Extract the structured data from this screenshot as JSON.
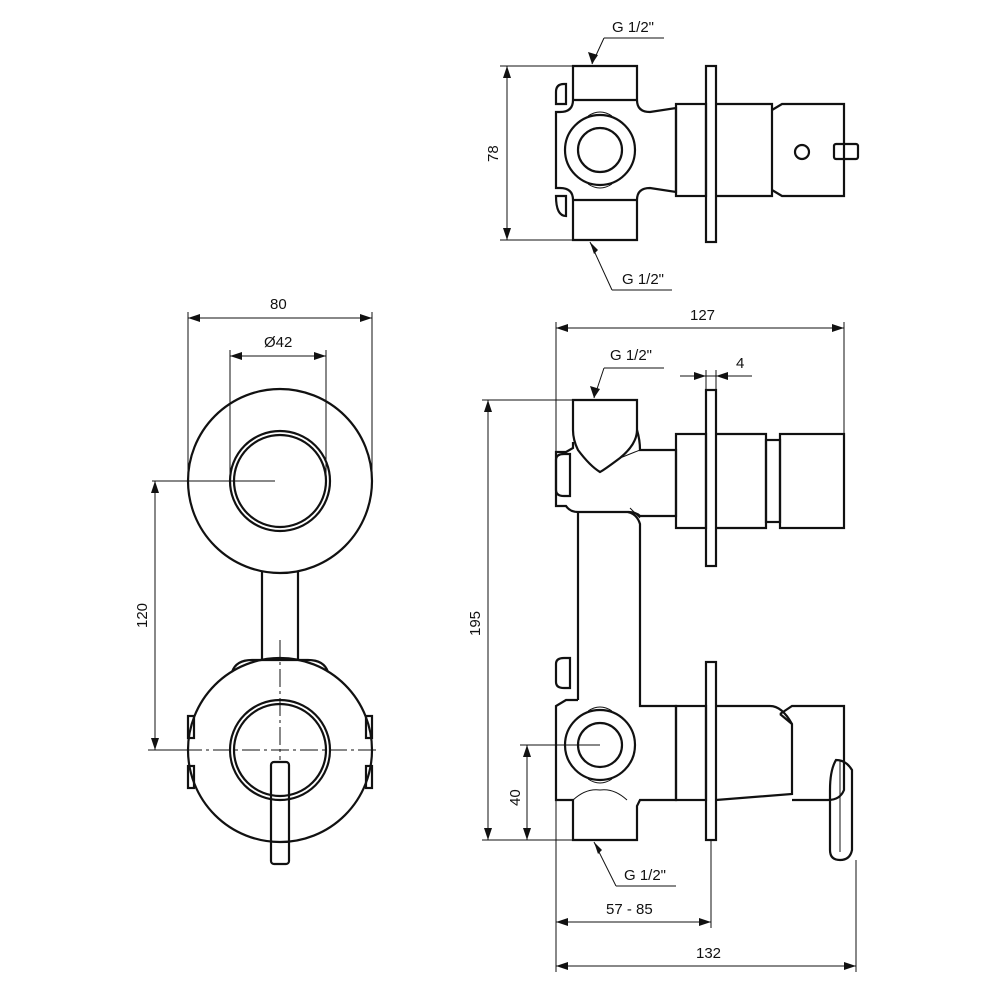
{
  "dimensions": {
    "top_thread_upper": "G 1/2\"",
    "top_thread_lower": "G 1/2\"",
    "top_depth": "78",
    "front_width": "80",
    "front_diameter": "Ø42",
    "front_spacing": "120",
    "side_width": "127",
    "side_thread_upper": "G 1/2\"",
    "side_plate": "4",
    "side_height": "195",
    "side_offset": "40",
    "side_thread_lower": "G 1/2\"",
    "side_range": "57 - 85",
    "side_total": "132"
  }
}
